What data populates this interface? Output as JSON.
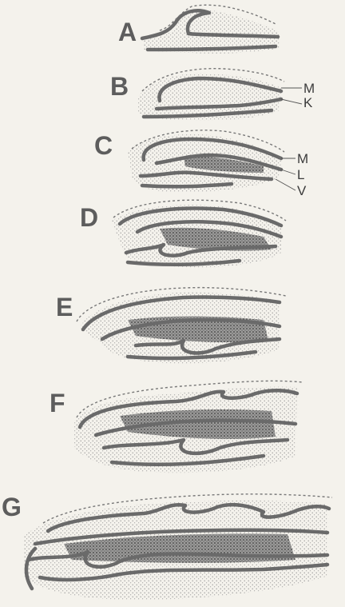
{
  "panels": [
    {
      "letter": "A"
    },
    {
      "letter": "B",
      "labels": [
        "M",
        "K"
      ]
    },
    {
      "letter": "C",
      "labels": [
        "M",
        "L",
        "V"
      ]
    },
    {
      "letter": "D"
    },
    {
      "letter": "E"
    },
    {
      "letter": "F"
    },
    {
      "letter": "G"
    }
  ]
}
